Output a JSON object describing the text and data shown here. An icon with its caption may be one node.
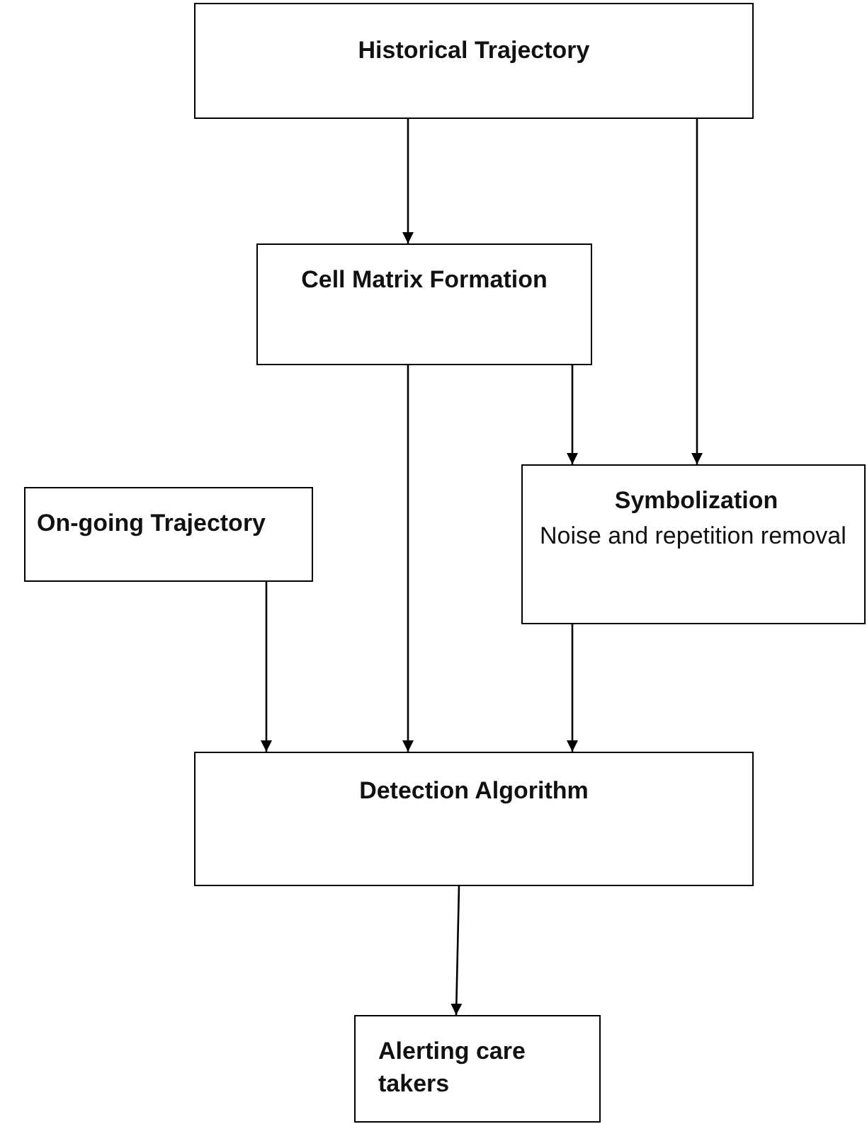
{
  "diagram": {
    "nodes": [
      {
        "text": [
          "Historical Trajectory"
        ]
      },
      {
        "text": [
          "Cell Matrix Formation"
        ]
      },
      {
        "text": [
          "On-going Trajectory"
        ]
      },
      {
        "text": [
          "Symbolization",
          "Noise and repetition removal"
        ]
      },
      {
        "text": [
          "Detection Algorithm"
        ]
      },
      {
        "text": [
          "Alerting care takers"
        ]
      }
    ],
    "edges": [
      {
        "from": 0,
        "to": 1,
        "arrow": "to"
      },
      {
        "from": 0,
        "to": 3,
        "arrow": "to"
      },
      {
        "from": 1,
        "to": 3,
        "arrow": "to"
      },
      {
        "from": 1,
        "to": 4,
        "arrow": "to"
      },
      {
        "from": 2,
        "to": 4,
        "arrow": "to"
      },
      {
        "from": 3,
        "to": 4,
        "arrow": "to"
      },
      {
        "from": 4,
        "to": 5,
        "arrow": "to"
      }
    ]
  }
}
